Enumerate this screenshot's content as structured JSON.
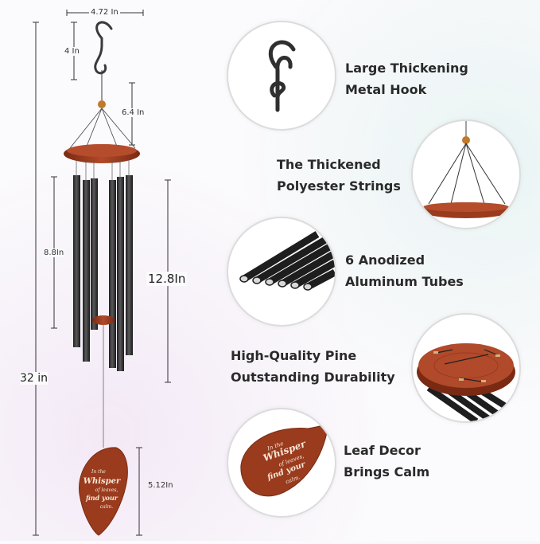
{
  "dimensions": {
    "width_top": "4.72 In",
    "hook_height": "4 In",
    "string_height": "6.4 In",
    "short_tube": "8.8In",
    "long_tube": "12.8In",
    "total_length": "32 in",
    "leaf_height": "5.12In"
  },
  "features": [
    {
      "line1": "Large Thickening",
      "line2": "Metal Hook",
      "icon": "hook-icon"
    },
    {
      "line1": "The Thickened",
      "line2": "Polyester Strings",
      "icon": "strings-icon"
    },
    {
      "line1": "6 Anodized",
      "line2": "Aluminum Tubes",
      "icon": "tubes-icon"
    },
    {
      "line1": "High-Quality Pine",
      "line2": "Outstanding Durability",
      "icon": "wood-disk-icon"
    },
    {
      "line1": "Leaf Decor",
      "line2": "Brings Calm",
      "icon": "leaf-icon"
    }
  ],
  "leaf_inscription": {
    "line1": "In the",
    "line2": "Whisper",
    "line3": "of leaves,",
    "line4": "find your",
    "line5": "calm."
  },
  "colors": {
    "wood": "#9a3b1e",
    "tube": "#2b2b2b",
    "hook": "#3a3a3a",
    "dimension_line": "#333333"
  }
}
